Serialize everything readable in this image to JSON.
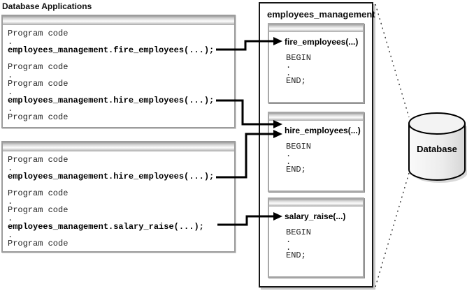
{
  "diagram_title": "Database Applications",
  "app_boxes": [
    {
      "lines": [
        "Program code",
        ".",
        "employees_management.fire_employees(...);",
        "",
        "Program code",
        ".",
        "Program code",
        ".",
        "employees_management.hire_employees(...);",
        ".",
        "Program code"
      ]
    },
    {
      "lines": [
        "Program code",
        ".",
        "employees_management.hire_employees(...);",
        "",
        "Program code",
        ".",
        "Program code",
        ".",
        "employees_management.salary_raise(...);",
        ".",
        "Program code"
      ]
    }
  ],
  "package": {
    "title": "employees_management",
    "subprograms": [
      {
        "name": "fire_employees(...)",
        "body": [
          "BEGIN",
          ".",
          ".",
          "END;"
        ]
      },
      {
        "name": "hire_employees(...)",
        "body": [
          "BEGIN",
          ".",
          ".",
          "END;"
        ]
      },
      {
        "name": "salary_raise(...)",
        "body": [
          "BEGIN",
          ".",
          ".",
          "END;"
        ]
      }
    ]
  },
  "database": {
    "label": "Database"
  },
  "colors": {
    "arrow": "#000000",
    "app_box_border": "#9c9c9c",
    "panel_border": "#161616",
    "header_bar_dark": "#9e9e9e",
    "header_bar_light": "#fbfbfb",
    "cylinder_fill_light": "#fafafa",
    "cylinder_fill_dark": "#d6d6d6",
    "shadow": "#c9c9c9"
  }
}
